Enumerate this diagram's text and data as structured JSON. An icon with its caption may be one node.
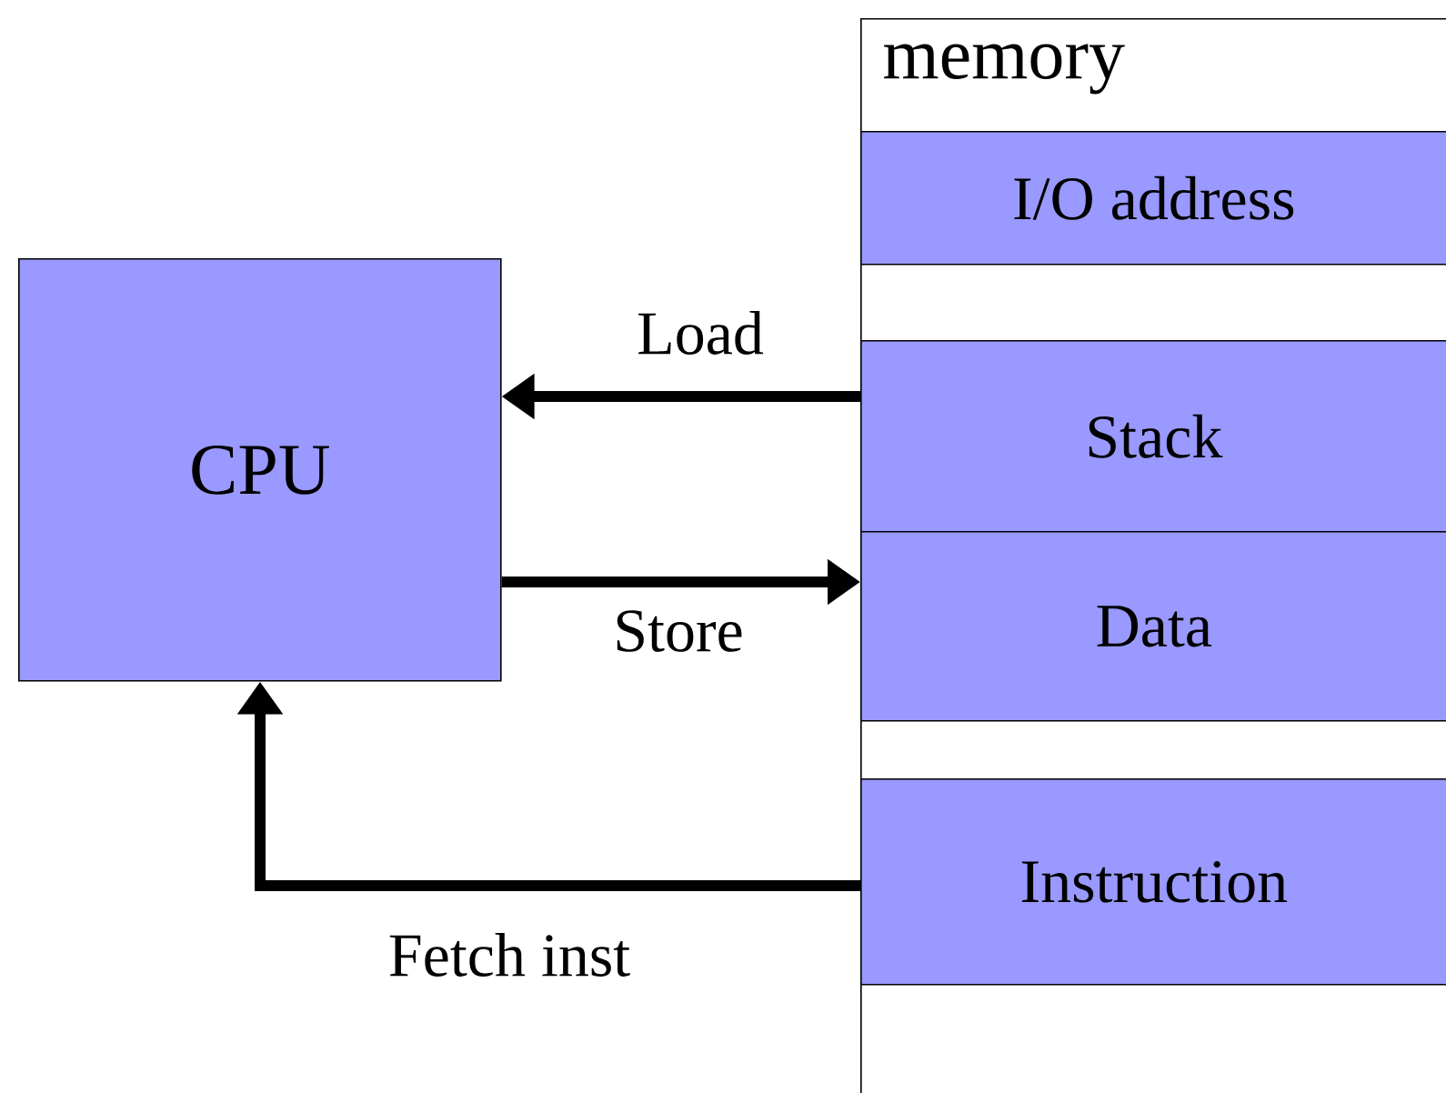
{
  "diagram": {
    "nodes": [
      {
        "text": [
          "CPU"
        ]
      },
      {
        "text": [
          "memory"
        ]
      },
      {
        "text": [
          "I/O address"
        ],
        "in": 1
      },
      {
        "text": [
          "Stack"
        ],
        "in": 1
      },
      {
        "text": [
          "Data"
        ],
        "in": 1
      },
      {
        "text": [
          "Instruction"
        ],
        "in": 1
      }
    ],
    "edges": [
      {
        "from": 3,
        "to": 0,
        "arrow": "to",
        "label": "Load"
      },
      {
        "from": 0,
        "to": 4,
        "arrow": "to",
        "label": "Store"
      },
      {
        "from": 5,
        "to": 0,
        "arrow": "to",
        "label": "Fetch inst"
      }
    ]
  }
}
